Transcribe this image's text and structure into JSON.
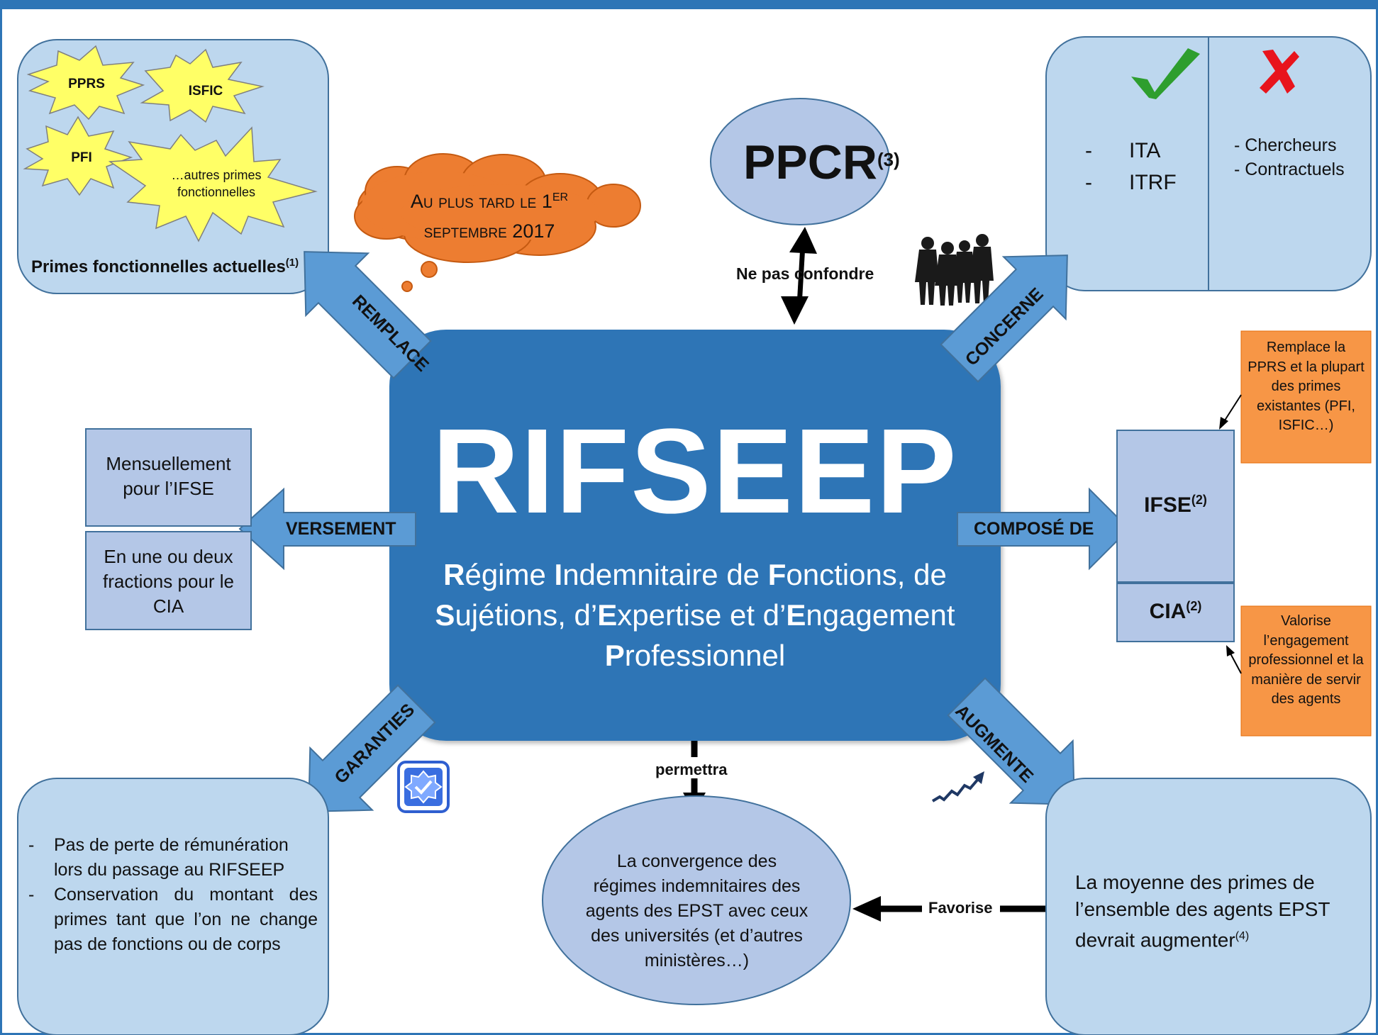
{
  "center": {
    "title": "RIFSEEP",
    "subtitle_html": "<b>R</b>égime <b>I</b>ndemnitaire de <b>F</b>onctions, de <b>S</b>ujétions, d’<b>E</b>xpertise et d’<b>E</b>ngagement <b>P</b>rofessionnel"
  },
  "primes": {
    "bursts": [
      "PPRS",
      "ISFIC",
      "PFI",
      "…autres primes fonctionnelles"
    ],
    "caption": "Primes fonctionnelles actuelles",
    "caption_sup": "(1)"
  },
  "cloud": {
    "text_html": "Au plus tard le 1<sup>er</sup> septembre 2017"
  },
  "ppcr": {
    "label": "PPCR",
    "sup": "(3)"
  },
  "ne_pas_confondre": "Ne pas confondre",
  "concerne_box": {
    "yes": [
      "ITA",
      "ITRF"
    ],
    "no": [
      "- Chercheurs",
      "- Contractuels"
    ]
  },
  "arrows": {
    "remplace": "REMPLACE",
    "concerne": "CONCERNE",
    "versement": "VERSEMENT",
    "compose_de": "COMPOSÉ DE",
    "garanties": "GARANTIES",
    "augmente": "AUGMENTE",
    "permettra": "permettra",
    "favorise": "Favorise"
  },
  "versement_boxes": [
    "Mensuellement pour l’IFSE",
    "En une ou deux fractions pour le CIA"
  ],
  "composition": {
    "ifse": "IFSE",
    "ifse_sup": "(2)",
    "cia": "CIA",
    "cia_sup": "(2)",
    "note_ifse": "Remplace la PPRS et la plupart des primes existantes (PFI, ISFIC…)",
    "note_cia": "Valorise l’engagement professionnel et la manière de servir des agents"
  },
  "garanties_list": [
    "Pas de perte de rémunération lors du passage au RIFSEEP",
    "Conservation du montant des primes tant que l’on ne change pas de fonctions ou de corps"
  ],
  "convergence": "La convergence des régimes indemnitaires des agents des EPST avec ceux des universités (et d’autres ministères…)",
  "moyenne": {
    "text": "La moyenne des primes de l’ensemble des agents EPST devrait augmenter",
    "sup": "(4)"
  },
  "colors": {
    "main_blue": "#2e75b6",
    "light_box": "#bdd7ee",
    "lavender": "#b4c7e7",
    "orange": "#f79646",
    "cloud": "#ed7d31",
    "burst": "#ffff66",
    "check": "#2e9e2e",
    "cross": "#e8141c"
  }
}
